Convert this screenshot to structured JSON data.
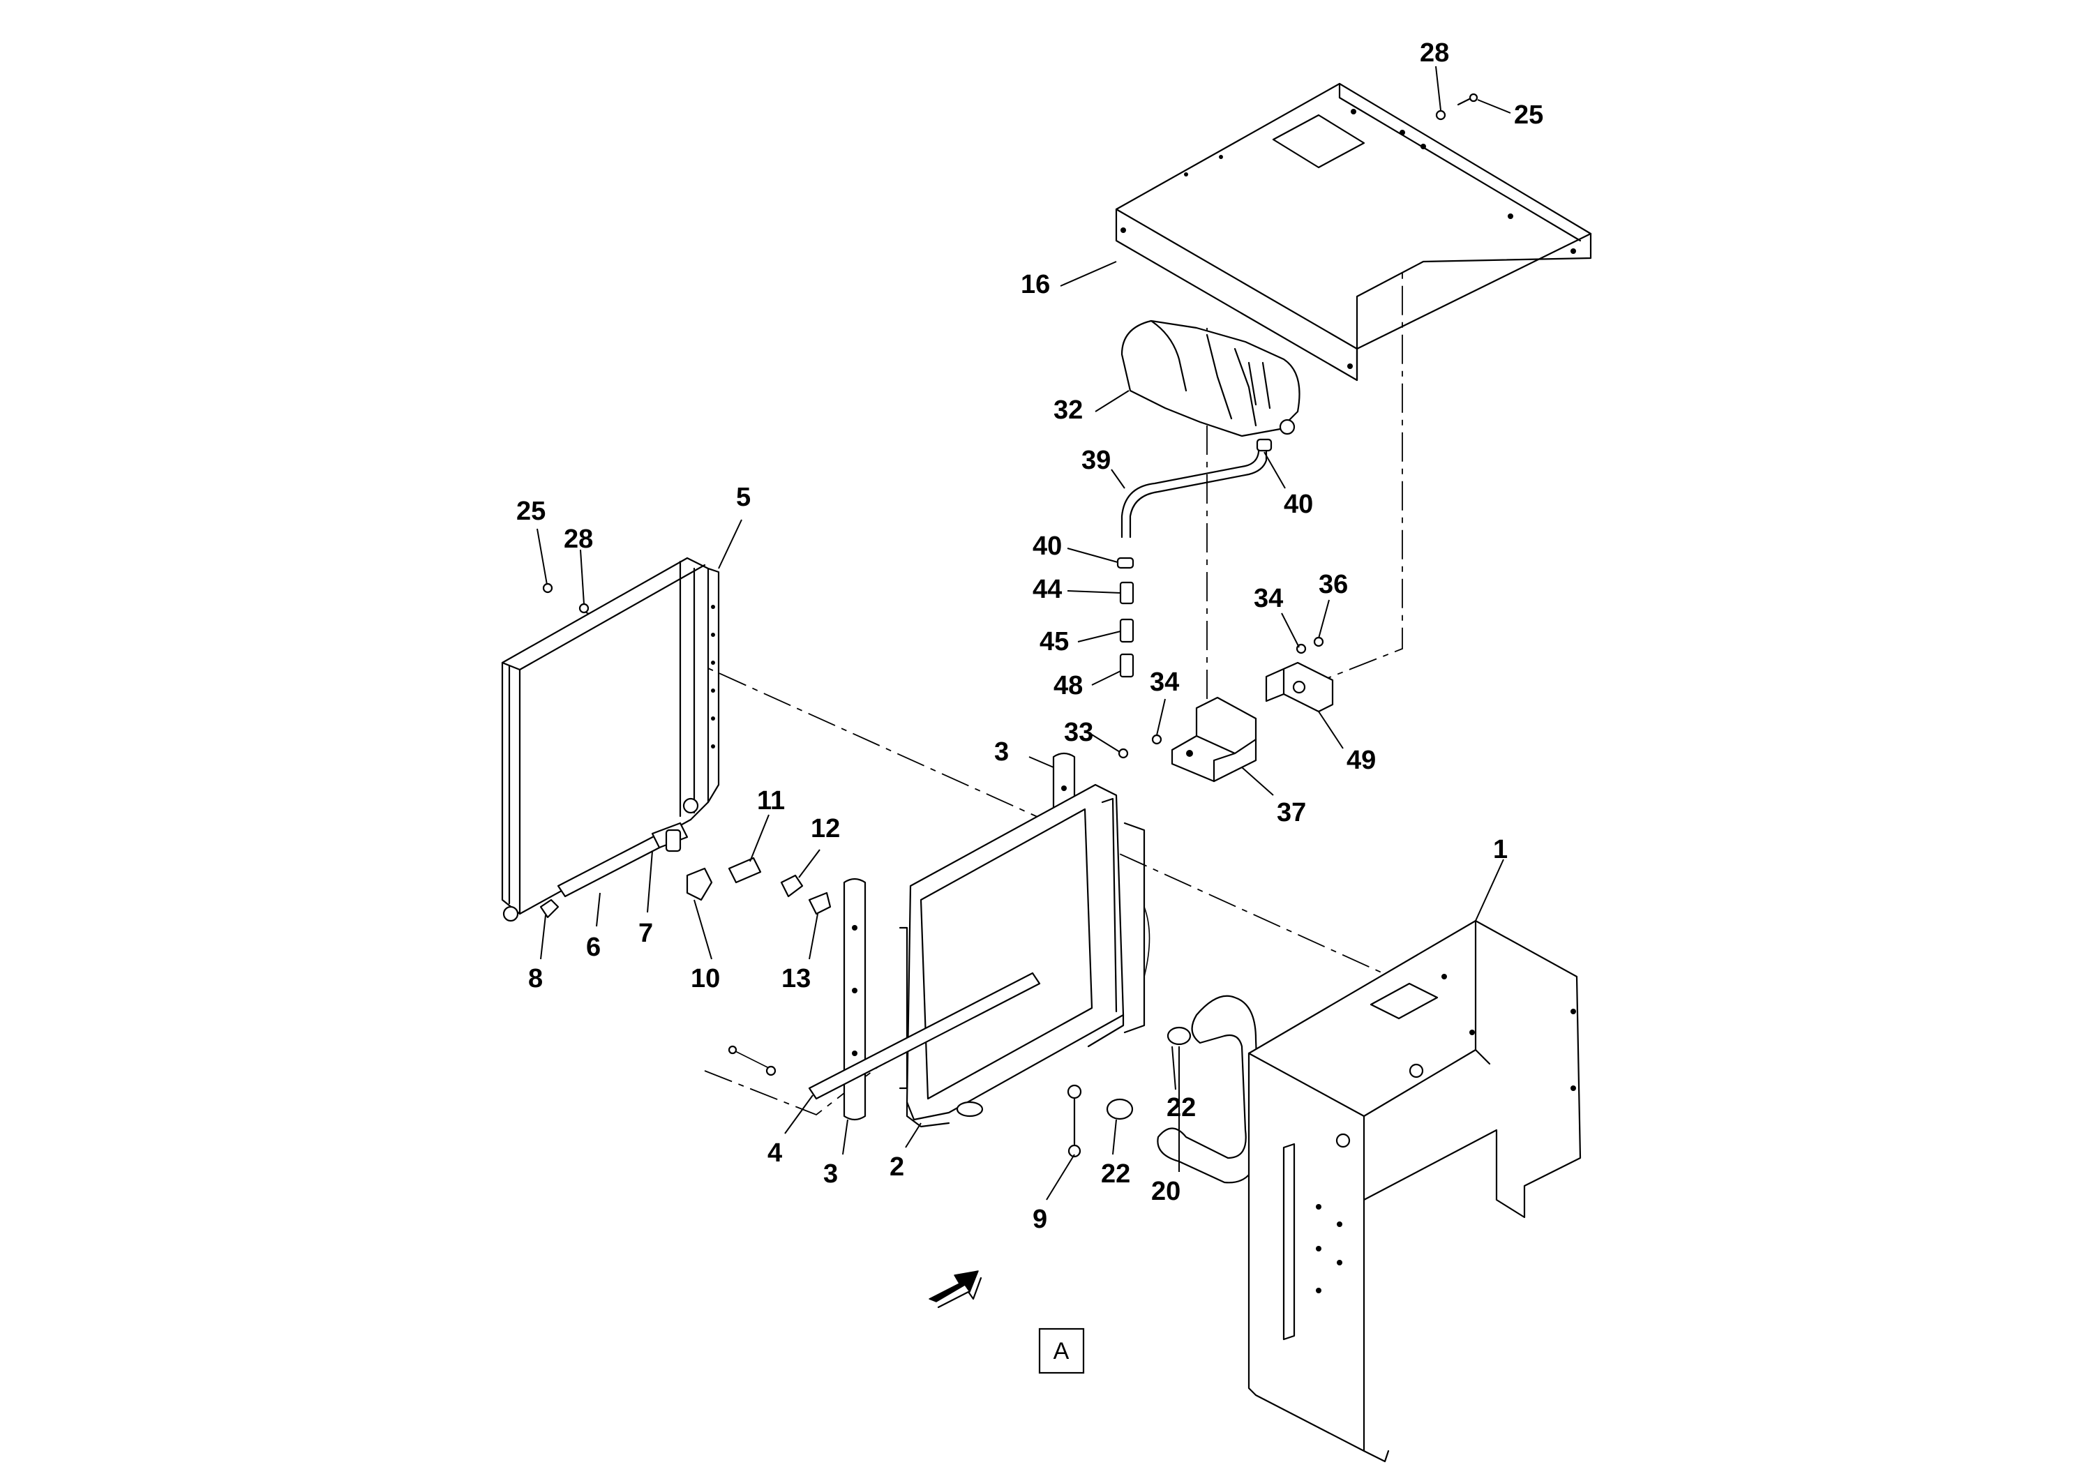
{
  "figure": {
    "view_label": "A",
    "callouts": [
      "1",
      "2",
      "3",
      "3",
      "4",
      "5",
      "6",
      "7",
      "8",
      "9",
      "10",
      "11",
      "12",
      "13",
      "16",
      "20",
      "22",
      "22",
      "25",
      "25",
      "28",
      "28",
      "32",
      "33",
      "34",
      "34",
      "36",
      "37",
      "39",
      "40",
      "40",
      "44",
      "45",
      "48",
      "49"
    ]
  }
}
